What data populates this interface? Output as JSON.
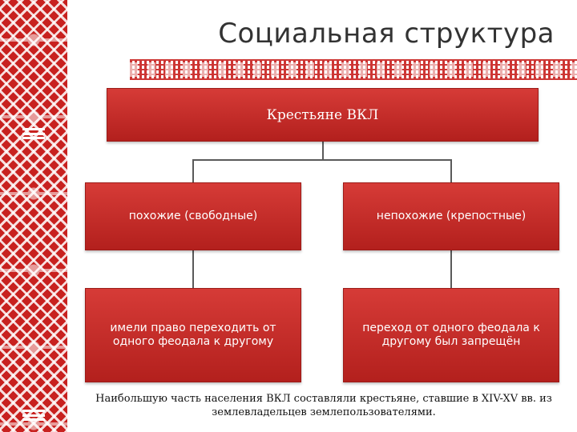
{
  "slide": {
    "title": "Социальная структура"
  },
  "diagram": {
    "root": "Крестьяне ВКЛ",
    "level1": [
      "похожие (свободные)",
      "непохожие (крепостные)"
    ],
    "level2": [
      "имели право переходить от одного феодала к другому",
      "переход от одного феодала к другому был запрещён"
    ]
  },
  "caption": "Наибольшую часть населения ВКЛ составляли крестьяне, ставшие в XIV-XV вв. из землевладельцев землепользователями.",
  "colors": {
    "box_fill": "#c62b27",
    "ornament_red": "#c8211f",
    "connector": "#5a5a5a"
  },
  "icons": {
    "left_ornament": "belarusian-ornament-strip",
    "top_ornament": "belarusian-ornament-band"
  }
}
